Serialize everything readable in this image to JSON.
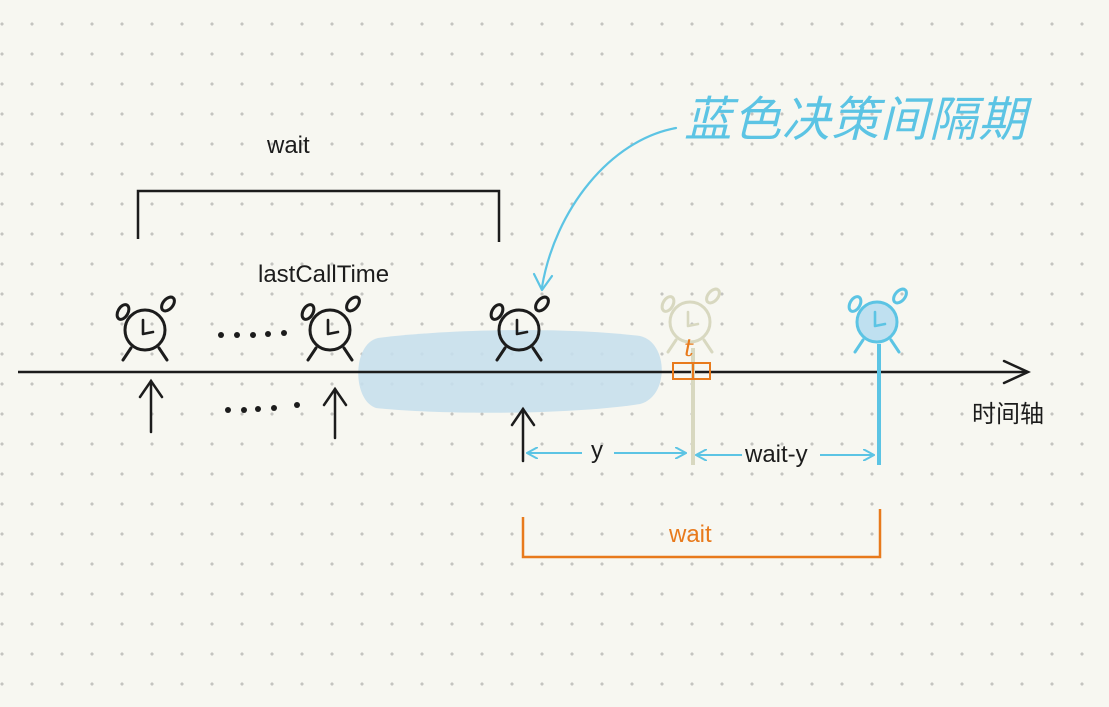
{
  "labels": {
    "wait_top": "wait",
    "last_call_time": "lastCallTime",
    "time_axis": "时间轴",
    "y": "y",
    "wait_minus_y": "wait-y",
    "wait_bottom": "wait",
    "t": "t",
    "annotation": "蓝色决策间隔期"
  },
  "colors": {
    "ink": "#1c1c1c",
    "cyan": "#5cc4e4",
    "orange": "#e87a1c",
    "blue_zone": "#c7dfec",
    "ghost": "#d8d8c0",
    "clock_fill": "#bfe0f0"
  }
}
